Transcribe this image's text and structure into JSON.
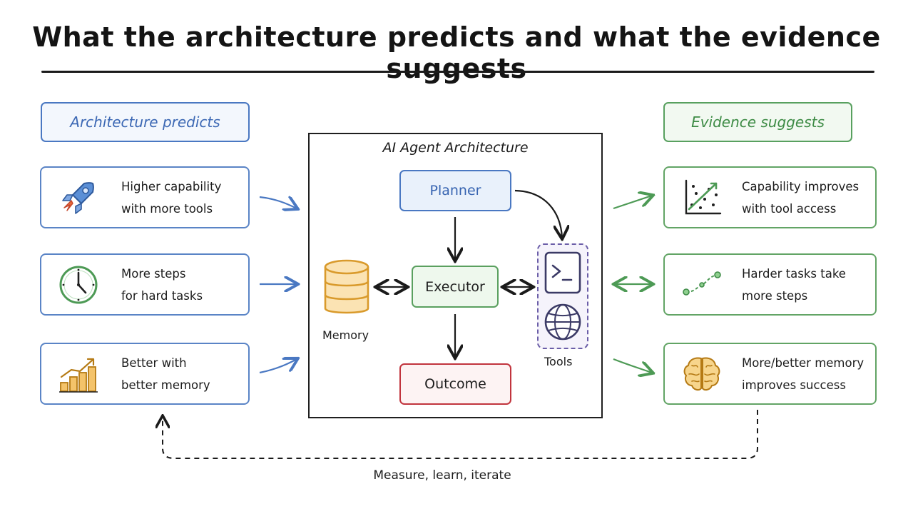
{
  "title": "What the architecture predicts and what the evidence suggests",
  "left": {
    "header": "Architecture predicts",
    "items": [
      {
        "icon": "rocket-icon",
        "lines": [
          "Higher capability",
          "with more tools"
        ]
      },
      {
        "icon": "clock-icon",
        "lines": [
          "More steps",
          "for hard tasks"
        ]
      },
      {
        "icon": "bar-chart-icon",
        "lines": [
          "Better with",
          "better memory"
        ]
      }
    ]
  },
  "center": {
    "title": "AI Agent Architecture",
    "planner": "Planner",
    "executor": "Executor",
    "outcome": "Outcome",
    "memory_label": "Memory",
    "tools_label": "Tools"
  },
  "right": {
    "header": "Evidence suggests",
    "items": [
      {
        "icon": "scatter-plot-icon",
        "lines": [
          "Capability improves",
          "with tool access"
        ]
      },
      {
        "icon": "path-steps-icon",
        "lines": [
          "Harder tasks take",
          "more steps"
        ]
      },
      {
        "icon": "brain-icon",
        "lines": [
          "More/better memory",
          "improves success"
        ]
      }
    ]
  },
  "loop_label": "Measure, learn, iterate",
  "colors": {
    "blue": "#4a78c2",
    "green": "#58a05f",
    "red": "#c1343d",
    "orange": "#d99a2b",
    "purple": "#6b5ea8"
  }
}
